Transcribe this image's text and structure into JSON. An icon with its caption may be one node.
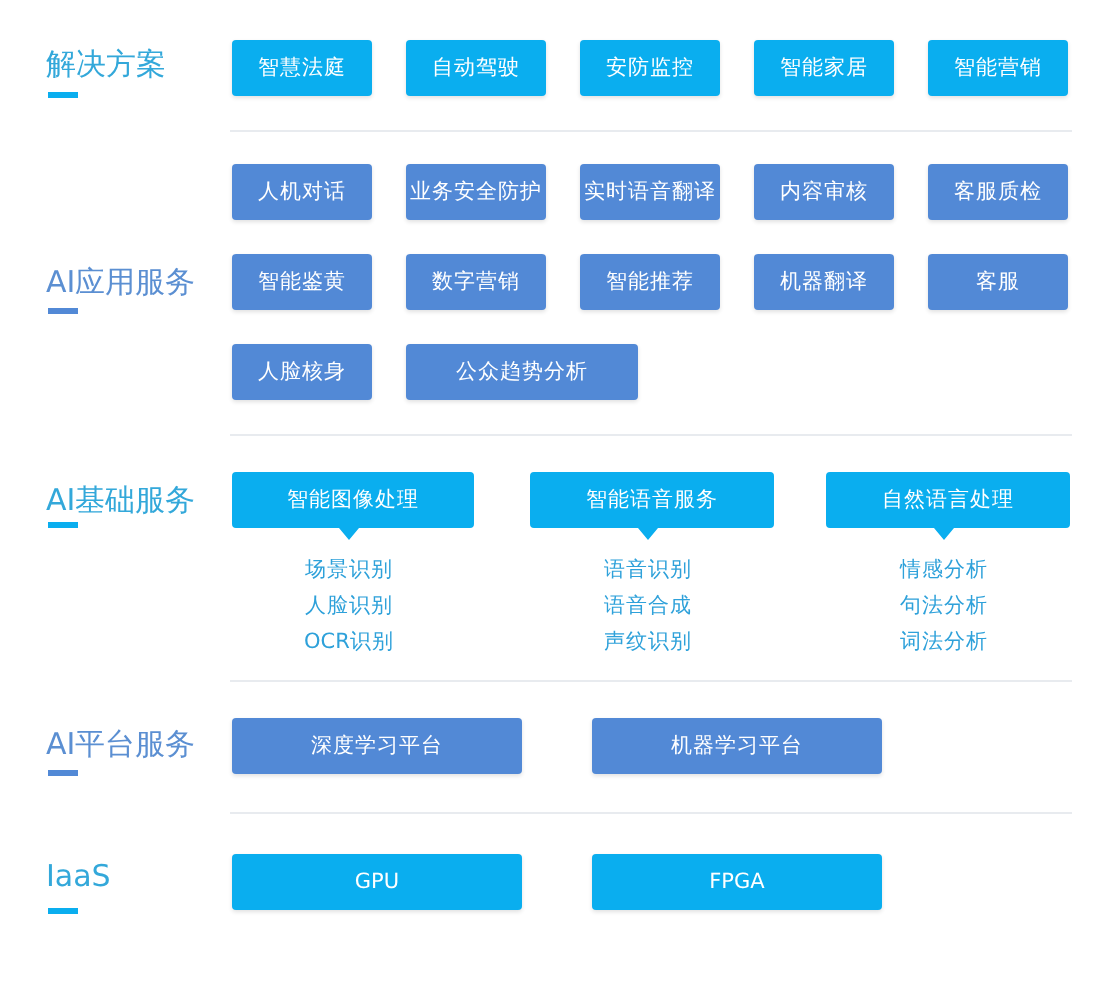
{
  "diagram": {
    "nodes": [
      {
        "text": [
          "智慧法庭"
        ]
      },
      {
        "text": [
          "自动驾驶"
        ]
      },
      {
        "text": [
          "安防监控"
        ]
      },
      {
        "text": [
          "智能家居"
        ]
      },
      {
        "text": [
          "智能营销"
        ]
      },
      {
        "text": [
          "人机对话"
        ]
      },
      {
        "text": [
          "业务安全防护"
        ]
      },
      {
        "text": [
          "实时语音翻译"
        ]
      },
      {
        "text": [
          "内容审核"
        ]
      },
      {
        "text": [
          "客服质检"
        ]
      },
      {
        "text": [
          "智能鉴黄"
        ]
      },
      {
        "text": [
          "数字营销"
        ]
      },
      {
        "text": [
          "智能推荐"
        ]
      },
      {
        "text": [
          "机器翻译"
        ]
      },
      {
        "text": [
          "客服"
        ]
      },
      {
        "text": [
          "人脸核身"
        ]
      },
      {
        "text": [
          "公众趋势分析"
        ]
      },
      {
        "text": [
          "智能图像处理"
        ],
        "beside": [
          "场景识别",
          "人脸识别",
          "OCR识别"
        ]
      },
      {
        "text": [
          "智能语音服务"
        ],
        "beside": [
          "语音识别",
          "语音合成",
          "声纹识别"
        ]
      },
      {
        "text": [
          "自然语言处理"
        ],
        "beside": [
          "情感分析",
          "句法分析",
          "词法分析"
        ]
      },
      {
        "text": [
          "深度学习平台"
        ]
      },
      {
        "text": [
          "机器学习平台"
        ]
      },
      {
        "text": [
          "GPU"
        ]
      },
      {
        "text": [
          "FPGA"
        ]
      }
    ],
    "labels": [
      "解决方案",
      "AI应用服务",
      "AI基础服务",
      "AI平台服务",
      "IaaS"
    ]
  }
}
